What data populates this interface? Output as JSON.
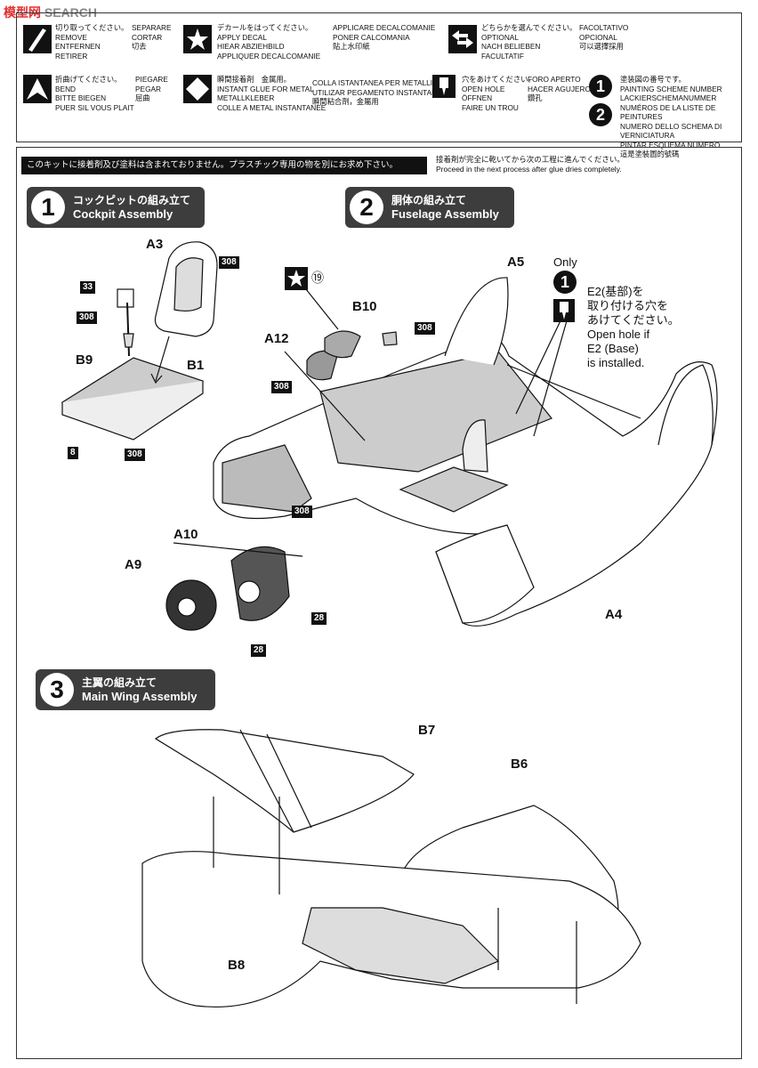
{
  "watermark": {
    "red": "模型网",
    "grey": "SEARCH"
  },
  "legend": [
    {
      "icon": "slash-icon",
      "text": "切り取ってください。\nREMOVE\nENTFERNEN\nRETIRER",
      "text2": "SEPARARE\nCORTAR\n切去"
    },
    {
      "icon": "star-icon",
      "text": "デカールをはってください。\nAPPLY DECAL\nHIEAR ABZIEHBILD\nAPPLIQUER DECALCOMANIE",
      "text2": "APPLICARE DECALCOMANIE\nPONER CALCOMANIA\n貼上水印紙"
    },
    {
      "icon": "arrows-icon",
      "text": "どちらかを選んでください。\nOPTIONAL\nNACH BELIEBEN\nFACULTATIF",
      "text2": "FACOLTATIVO\nOPCIONAL\n可以選擇採用"
    },
    {
      "icon": "bend-icon",
      "text": "折曲げてください。\nBEND\nBITTE BIEGEN\nPUER SIL VOUS PLAIT",
      "text2": "PIEGARE\nPEGAR\n屈曲"
    },
    {
      "icon": "glue-diamond-icon",
      "text": "瞬間接着剤　金属用。\nINSTANT GLUE FOR METAL\nMETALLKLEBER\nCOLLE A METAL INSTANTANEE",
      "text2": "COLLA ISTANTANEA PER METALLI\nUTILIZAR PEGAMENTO INSTANTANEO\n瞬間粘合劑，金屬用"
    },
    {
      "icon": "drill-icon",
      "text": "穴をあけてください。\nOPEN HOLE\nÖFFNEN\nFAIRE UN TROU",
      "text2": "FORO APERTO\nHACER AGUJERO\n鑽孔"
    },
    {
      "icon": "scheme-icon",
      "text": "塗装図の番号です。\nPAINTING SCHEME NUMBER\nLACKIERSCHEMANUMMER\nNUMÉROS DE LA LISTE DE PEINTURES\nNUMERO DELLO SCHEMA DI VERNICIATURA\nPINTAR ESQUEMA NUMERO\n這是塗裝圖的號碼"
    }
  ],
  "notice": "このキットに接着剤及び塗料は含まれておりません。プラスチック専用の物を別にお求め下さい。",
  "glue_note": "接着剤が完全に乾いてから次の工程に進んでください。\nProceed in the next process after glue dries completely.",
  "steps": [
    {
      "num": "1",
      "jp": "コックピットの組み立て",
      "en": "Cockpit Assembly"
    },
    {
      "num": "2",
      "jp": "胴体の組み立て",
      "en": "Fuselage Assembly"
    },
    {
      "num": "3",
      "jp": "主翼の組み立て",
      "en": "Main Wing Assembly"
    }
  ],
  "parts": {
    "a3": "A3",
    "b1": "B1",
    "b9": "B9",
    "a12": "A12",
    "b10": "B10",
    "a5": "A5",
    "a10": "A10",
    "a9": "A9",
    "a4": "A4",
    "b7": "B7",
    "b6": "B6",
    "b8": "B8"
  },
  "badges": {
    "c308a": "308",
    "c33": "33",
    "c308b": "308",
    "c8": "8",
    "c308c": "308",
    "c308d": "308",
    "c308e": "308",
    "c308f": "308",
    "c28a": "28",
    "c28b": "28",
    "decal": "⑲"
  },
  "only_note": {
    "top": "Only",
    "text": "E2(基部)を\n取り付ける穴を\nあけてください。\nOpen hole if\nE2 (Base)\nis installed."
  },
  "scheme_numbers": [
    "1",
    "2"
  ]
}
